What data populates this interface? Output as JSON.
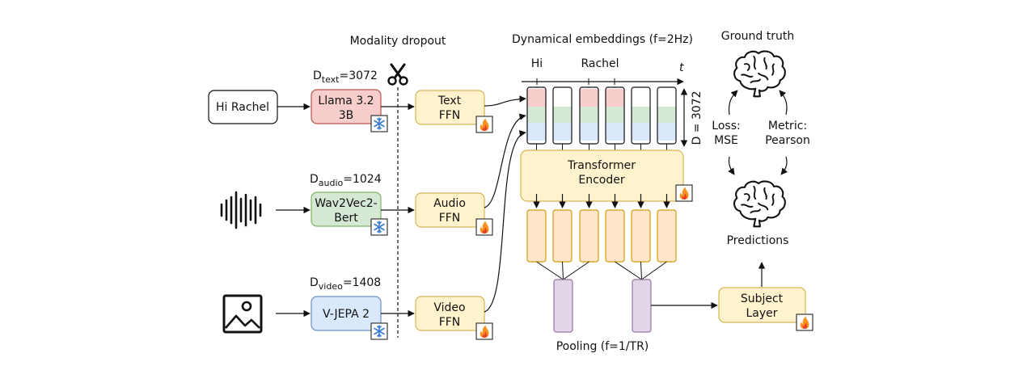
{
  "headers": {
    "modality_dropout": "Modality dropout",
    "dynamical_embeddings": "Dynamical embeddings (f=2Hz)",
    "ground_truth": "Ground truth"
  },
  "inputs": {
    "text_input": "Hi Rachel"
  },
  "dims": {
    "text": {
      "prefix": "D",
      "sub": "text",
      "value": "=3072"
    },
    "audio": {
      "prefix": "D",
      "sub": "audio",
      "value": "=1024"
    },
    "video": {
      "prefix": "D",
      "sub": "video",
      "value": "=1408"
    }
  },
  "encoders": {
    "text": {
      "line1": "Llama 3.2",
      "line2": "3B"
    },
    "audio": {
      "line1": "Wav2Vec2-",
      "line2": "Bert"
    },
    "video": {
      "line1": "V-JEPA 2"
    }
  },
  "ffn": {
    "text": {
      "line1": "Text",
      "line2": "FFN"
    },
    "audio": {
      "line1": "Audio",
      "line2": "FFN"
    },
    "video": {
      "line1": "Video",
      "line2": "FFN"
    }
  },
  "timeline": {
    "word1": "Hi",
    "word2": "Rachel",
    "t": "t",
    "dim_label": "D = 3072"
  },
  "transformer": {
    "line1": "Transformer",
    "line2": "Encoder"
  },
  "pooling": "Pooling (f=1/TR)",
  "subject_layer": {
    "line1": "Subject",
    "line2": "Layer"
  },
  "right_panel": {
    "loss_line1": "Loss:",
    "loss_line2": "MSE",
    "metric_line1": "Metric:",
    "metric_line2": "Pearson",
    "predictions": "Predictions"
  },
  "icons": {
    "frozen": "snowflake-icon",
    "trainable": "fire-icon",
    "dropout": "scissors-icon",
    "audio": "audio-waveform-icon",
    "video": "image-icon",
    "brain": "brain-icon"
  },
  "colors": {
    "text_fill": "#f8cecc",
    "text_stroke": "#b85450",
    "audio_fill": "#d5e8d4",
    "audio_stroke": "#82b366",
    "video_fill": "#dae8fc",
    "video_stroke": "#6c8ebf",
    "ffn_fill": "#fff2cc",
    "ffn_stroke": "#d6b656",
    "token_fill": "#ffe6cc",
    "token_stroke": "#d79b00",
    "pool_fill": "#e1d5e7",
    "pool_stroke": "#9673a6"
  }
}
